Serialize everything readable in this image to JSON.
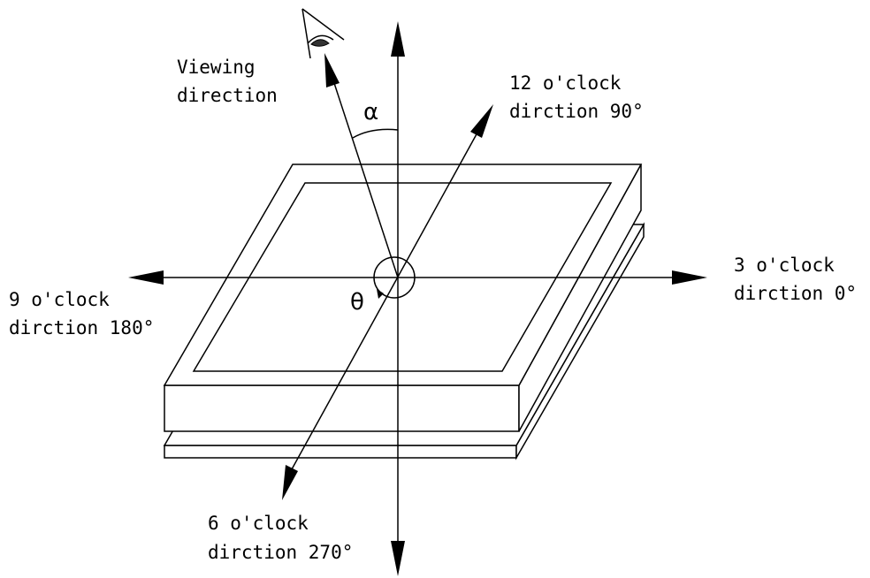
{
  "labels": {
    "viewing_line1": "Viewing",
    "viewing_line2": "direction",
    "twelve_line1": "12 o'clock",
    "twelve_line2": "dirction 90°",
    "three_line1": "3 o'clock",
    "three_line2": "dirction 0°",
    "nine_line1": "9 o'clock",
    "nine_line2": "dirction 180°",
    "six_line1": "6 o'clock",
    "six_line2": "dirction 270°",
    "alpha": "α",
    "theta": "θ"
  },
  "icons": {
    "viewer": "eye-icon"
  },
  "colors": {
    "line": "#000000",
    "background": "#ffffff"
  }
}
